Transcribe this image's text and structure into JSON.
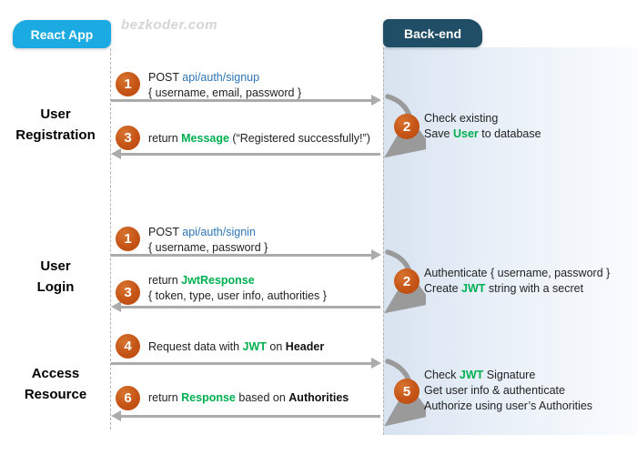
{
  "watermark": "bezkoder.com",
  "actors": {
    "client": "React App",
    "server": "Back-end"
  },
  "sections": {
    "registration": {
      "line1": "User",
      "line2": "Registration"
    },
    "login": {
      "line1": "User",
      "line2": "Login"
    },
    "access": {
      "line1": "Access",
      "line2": "Resource"
    }
  },
  "steps": {
    "reg_request": {
      "num": "1",
      "method": "POST ",
      "endpoint": "api/auth/signup",
      "payload": "{ username, email, password }"
    },
    "reg_process": {
      "num": "2",
      "line1": "Check existing",
      "line2_pre": "Save ",
      "line2_entity": "User",
      "line2_post": " to database"
    },
    "reg_response": {
      "num": "3",
      "pre": "return ",
      "entity": "Message",
      "post": " (“Registered successfully!”)"
    },
    "login_request": {
      "num": "1",
      "method": "POST ",
      "endpoint": "api/auth/signin",
      "payload": "{ username, password }"
    },
    "login_process": {
      "num": "2",
      "line1": "Authenticate { username, password }",
      "line2_pre": "Create ",
      "line2_entity": "JWT",
      "line2_post": " string with a secret"
    },
    "login_response": {
      "num": "3",
      "pre": "return ",
      "entity": "JwtResponse",
      "payload": "{ token, type, user info, authorities }"
    },
    "access_request": {
      "num": "4",
      "pre": "Request  data with ",
      "entity": "JWT",
      "mid": " on ",
      "emph": "Header"
    },
    "access_process": {
      "num": "5",
      "line1_pre": "Check ",
      "line1_entity": "JWT",
      "line1_post": " Signature",
      "line2": "Get user info & authenticate",
      "line3": "Authorize using user’s Authorities"
    },
    "access_response": {
      "num": "6",
      "pre": "return ",
      "entity": "Response",
      "mid": " based on ",
      "emph": "Authorities"
    }
  },
  "colors": {
    "client_header": "#1BAAE1",
    "server_header": "#1F4E66",
    "step_badge": "#C55416",
    "entity_green": "#00B050",
    "endpoint_blue": "#2E75B6",
    "arrow_gray": "#ABABAB",
    "panel_left": "#D8E3F0",
    "panel_right": "#FAFCFE"
  }
}
